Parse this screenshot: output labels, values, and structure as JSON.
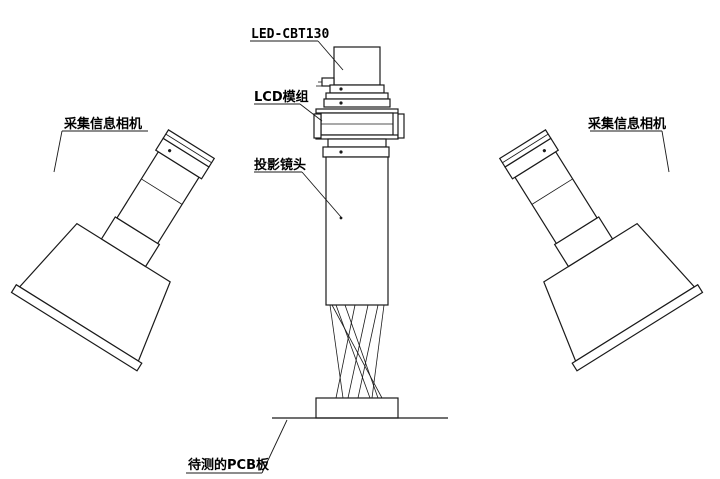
{
  "labels": {
    "led_module": "LED-CBT130",
    "lcd_module": "LCD模组",
    "projection_lens": "投影镜头",
    "left_camera": "采集信息相机",
    "right_camera": "采集信息相机",
    "pcb_board": "待测的PCB板"
  },
  "colors": {
    "ink": "#1a1a1a",
    "background": "#ffffff"
  }
}
